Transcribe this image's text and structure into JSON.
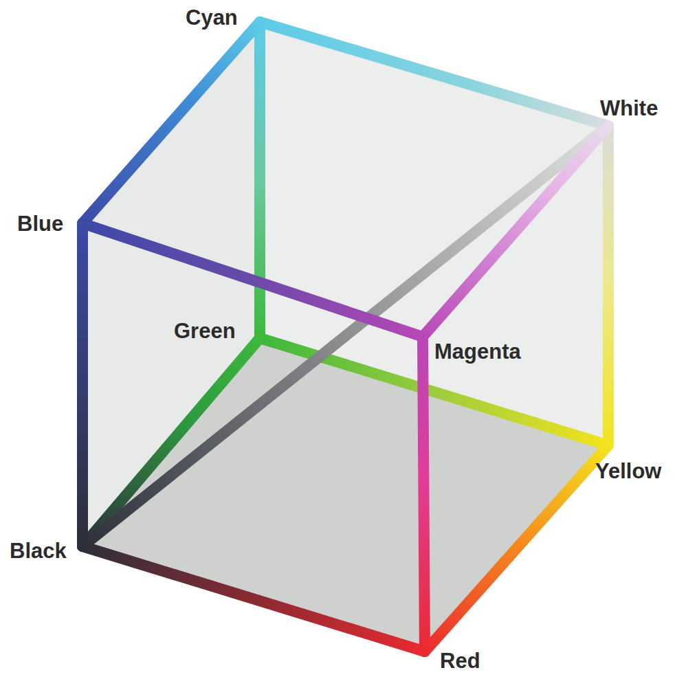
{
  "diagram": {
    "labels": [
      "Cyan",
      "White",
      "Blue",
      "Green",
      "Magenta",
      "Yellow",
      "Black",
      "Red"
    ]
  }
}
